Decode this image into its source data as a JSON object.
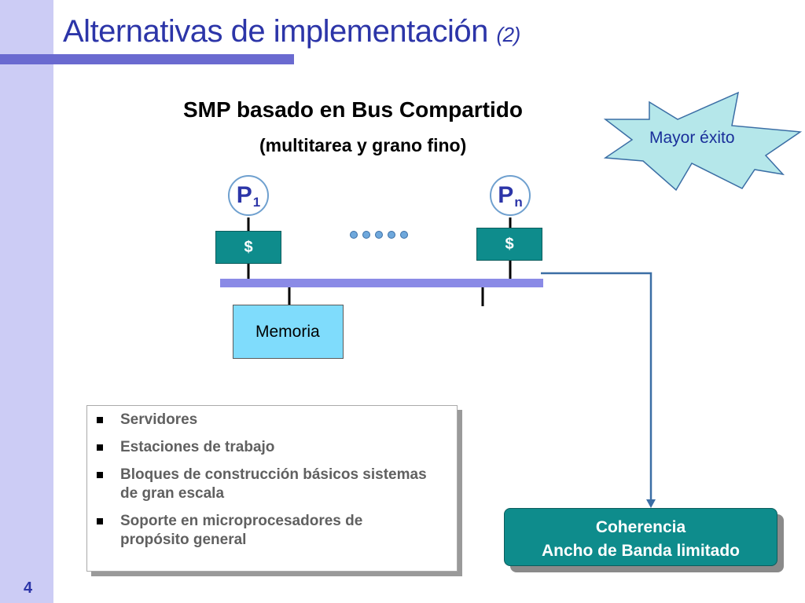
{
  "slide": {
    "title": "Alternativas de implementación",
    "title_suffix": "(2)",
    "heading": "SMP basado en Bus Compartido",
    "subheading": "(multitarea y grano fino)",
    "page_number": "4"
  },
  "callout": {
    "text": "Mayor éxito"
  },
  "diagram": {
    "processors": [
      {
        "label": "P",
        "subscript": "1"
      },
      {
        "label": "P",
        "subscript": "n"
      }
    ],
    "caches": [
      {
        "label": "$"
      },
      {
        "label": "$"
      }
    ],
    "memory_label": "Memoria"
  },
  "bullets": [
    "Servidores",
    "Estaciones de trabajo",
    "Bloques de construcción básicos sistemas de gran escala",
    "Soporte en microprocesadores de propósito general"
  ],
  "result": {
    "line1": "Coherencia",
    "line2": "Ancho de Banda limitado"
  },
  "colors": {
    "sidebar": "#ccccf5",
    "title": "#2c35a8",
    "bus": "#8a8ae6",
    "cache": "#0e8c8c",
    "memory": "#7fdcfc",
    "callout": "#b5e7ea",
    "arrow": "#3b6ea5"
  }
}
